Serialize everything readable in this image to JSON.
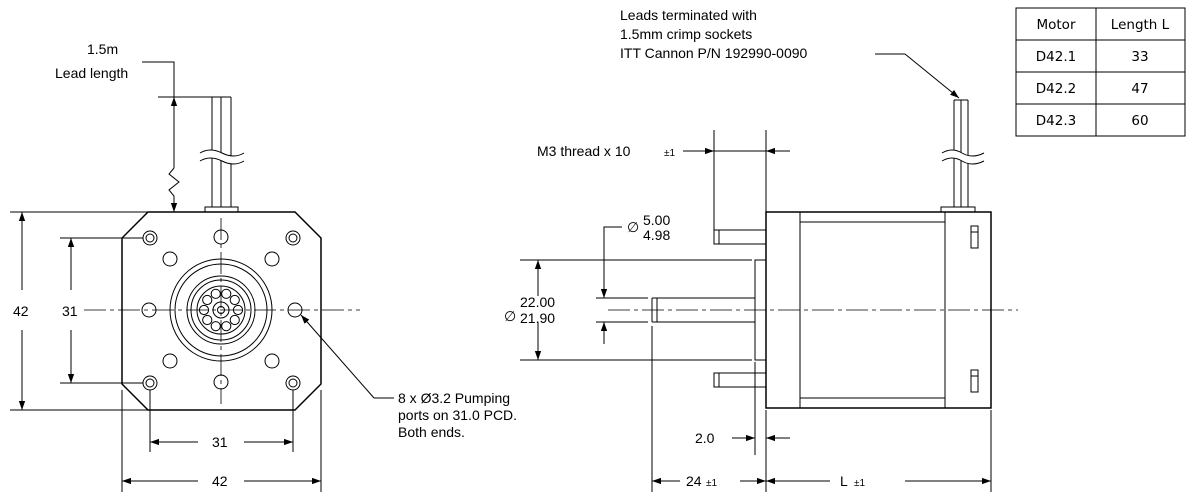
{
  "labels": {
    "lead_length_1": "1.5m",
    "lead_length_2": "Lead length",
    "leads_note_1": "Leads terminated with",
    "leads_note_2": "1.5mm crimp sockets",
    "leads_note_3": "ITT Cannon P/N 192990-0090",
    "thread_note": "M3 thread x 10",
    "ports_note_1": "8 x Ø3.2 Pumping",
    "ports_note_2": "ports on 31.0 PCD.",
    "ports_note_3": "Both ends."
  },
  "dimensions": {
    "front_height": "42",
    "front_bolt_height": "31",
    "front_bolt_width": "31",
    "front_width": "42",
    "shaft_dia_upper": "5.00",
    "shaft_dia_lower": "4.98",
    "boss_dia_upper": "22.00",
    "boss_dia_lower": "21.90",
    "flange_gap": "2.0",
    "shaft_length": "24",
    "body_length": "L",
    "tolerance": "±1",
    "diameter_symbol": "∅"
  },
  "table": {
    "headers": [
      "Motor",
      "Length L"
    ],
    "rows": [
      [
        "D42.1",
        "33"
      ],
      [
        "D42.2",
        "47"
      ],
      [
        "D42.3",
        "60"
      ]
    ]
  }
}
